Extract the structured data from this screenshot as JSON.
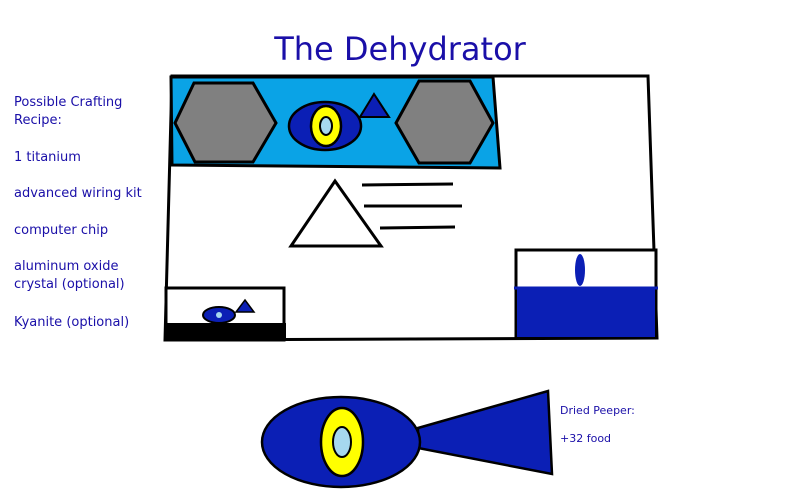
{
  "title": "The Dehydrator",
  "recipe": {
    "heading": "Possible Crafting Recipe:",
    "items": [
      "1 titanium",
      "advanced wiring kit",
      "computer chip",
      "aluminum oxide crystal (optional)",
      "Kyanite (optional)"
    ]
  },
  "result": {
    "name": "Dried Peeper:",
    "stat": "+32 food"
  },
  "colors": {
    "text_blue": "#1a0fa8",
    "panel_cyan": "#0aa3e6",
    "fish_blue": "#0b1fb5",
    "eye_yellow": "#ffff00",
    "eye_light": "#a6d8ee",
    "hex_grey": "#808080"
  }
}
